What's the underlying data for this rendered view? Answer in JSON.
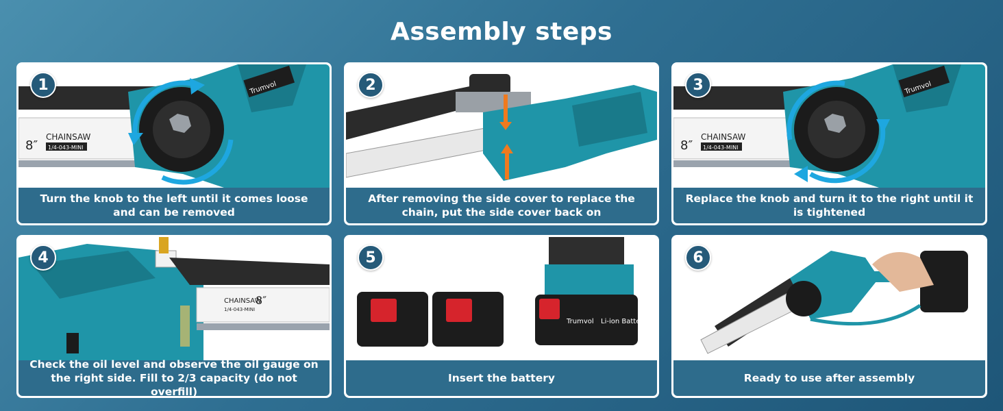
{
  "title": "Assembly steps",
  "colors": {
    "teal": "#1f95a8",
    "dark": "#2a2a2a",
    "caption": "#2e6c8c",
    "arrow": "#1ea7e0",
    "orange": "#f07a1e",
    "red": "#d6242c"
  },
  "steps": [
    {
      "number": "1",
      "caption": "Turn the knob to the left until it comes loose and can be removed",
      "bar_label": "CHAINSAW",
      "bar_size": "8″",
      "bar_code": "1/4-043-MINI",
      "brand": "Trumvol"
    },
    {
      "number": "2",
      "caption": "After removing the side cover to replace the chain, put the side cover back on"
    },
    {
      "number": "3",
      "caption": "Replace the knob and turn it to the right until it is tightened",
      "bar_label": "CHAINSAW",
      "bar_size": "8″",
      "bar_code": "1/4-043-MINI",
      "brand": "Trumvol"
    },
    {
      "number": "4",
      "caption": "Check the oil level and observe the oil gauge on the right side. Fill to 2/3 capacity (do not overfill)",
      "bar_label": "CHAINSAW",
      "bar_size": "8″",
      "bar_code": "1/4-043-MINI"
    },
    {
      "number": "5",
      "caption": "Insert the battery",
      "battery_brand": "Trumvol",
      "battery_type": "Li-ion Battery"
    },
    {
      "number": "6",
      "caption": "Ready to use after assembly"
    }
  ]
}
